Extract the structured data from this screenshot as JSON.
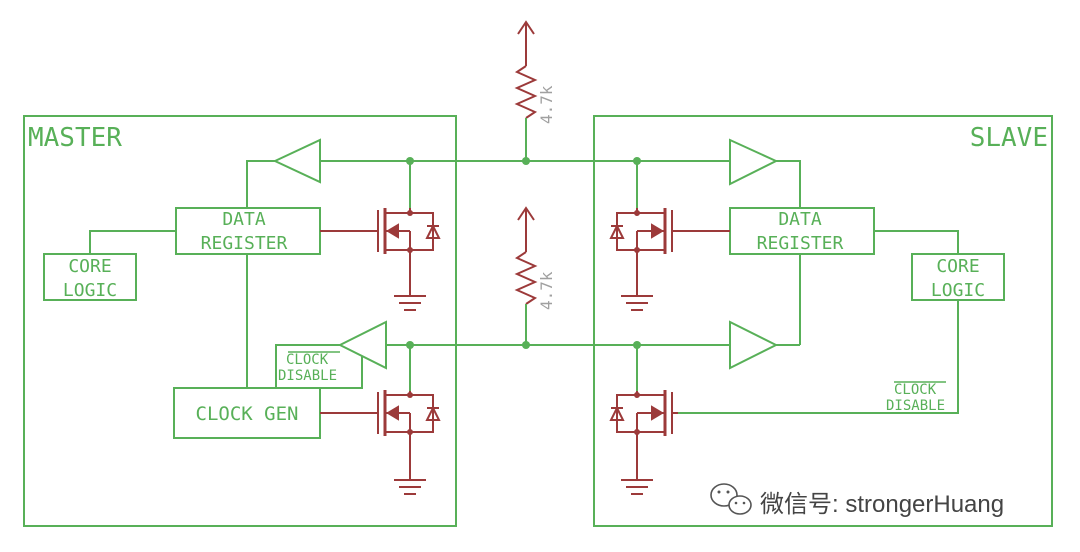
{
  "master": {
    "label": "MASTER"
  },
  "slave": {
    "label": "SLAVE"
  },
  "blocks": {
    "data_register": [
      "DATA",
      "REGISTER"
    ],
    "core_logic": [
      "CORE",
      "LOGIC"
    ],
    "clock_gen": "CLOCK GEN",
    "clock_disable": [
      "CLOCK",
      "DISABLE"
    ]
  },
  "resistors": {
    "value": "4.7k"
  },
  "watermark": {
    "text": "微信号: strongerHuang"
  },
  "colors": {
    "logic": "#58b058",
    "electrical": "#9c3a3a",
    "resistor_value": "#a0a0a0",
    "watermark": "#444444"
  }
}
